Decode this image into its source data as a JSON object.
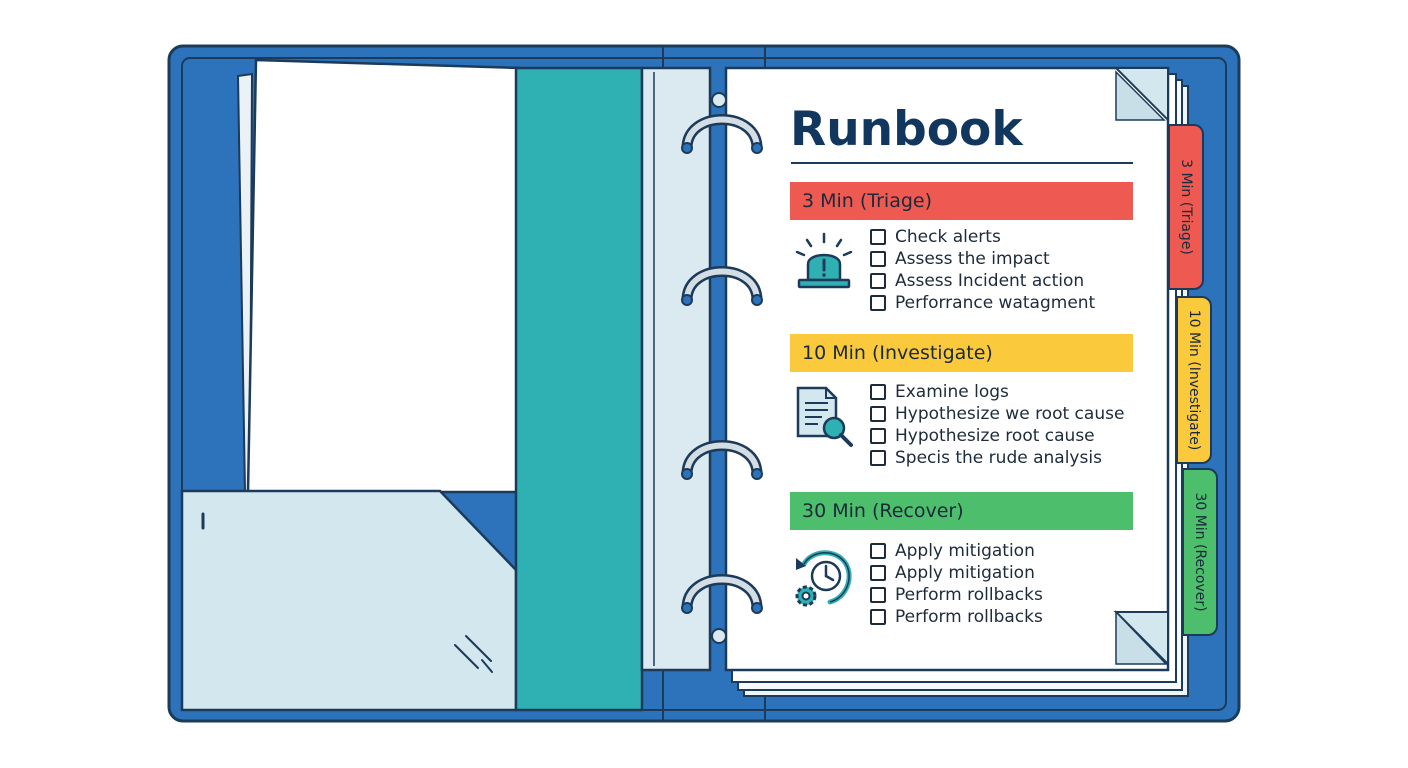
{
  "heading": "Runbook",
  "sections": [
    {
      "label": "3 Min (Triage)",
      "color": "#ee5a52",
      "icon": "alarm-light-icon",
      "items": [
        "Check alerts",
        "Assess the impact",
        "Assess Incident action",
        "Perforrance watagment"
      ]
    },
    {
      "label": "10 Min (Investigate)",
      "color": "#fbc93c",
      "icon": "document-search-icon",
      "items": [
        "Examine logs",
        "Hypothesize we root cause",
        "Hypothesize root cause",
        "Specis the rude analysis"
      ]
    },
    {
      "label": "30 Min (Recover)",
      "color": "#4cbe6c",
      "icon": "clock-gear-recover-icon",
      "items": [
        "Apply mitigation",
        "Apply mitigation",
        "Perform rollbacks",
        "Perform rollbacks"
      ]
    }
  ],
  "tabs": [
    {
      "label": "3 Min (Triage)",
      "color": "#ee5a52"
    },
    {
      "label": "10 Min (Investigate)",
      "color": "#fbc93c"
    },
    {
      "label": "30 Min (Recover)",
      "color": "#4cbe6c"
    }
  ],
  "colors": {
    "binder_cover": "#2c73bb",
    "outline": "#1c3a5a",
    "spine_teal": "#2fb0b2",
    "pocket": "#d3e7ef",
    "page": "#ffffff",
    "ring": "#d4dde3"
  }
}
